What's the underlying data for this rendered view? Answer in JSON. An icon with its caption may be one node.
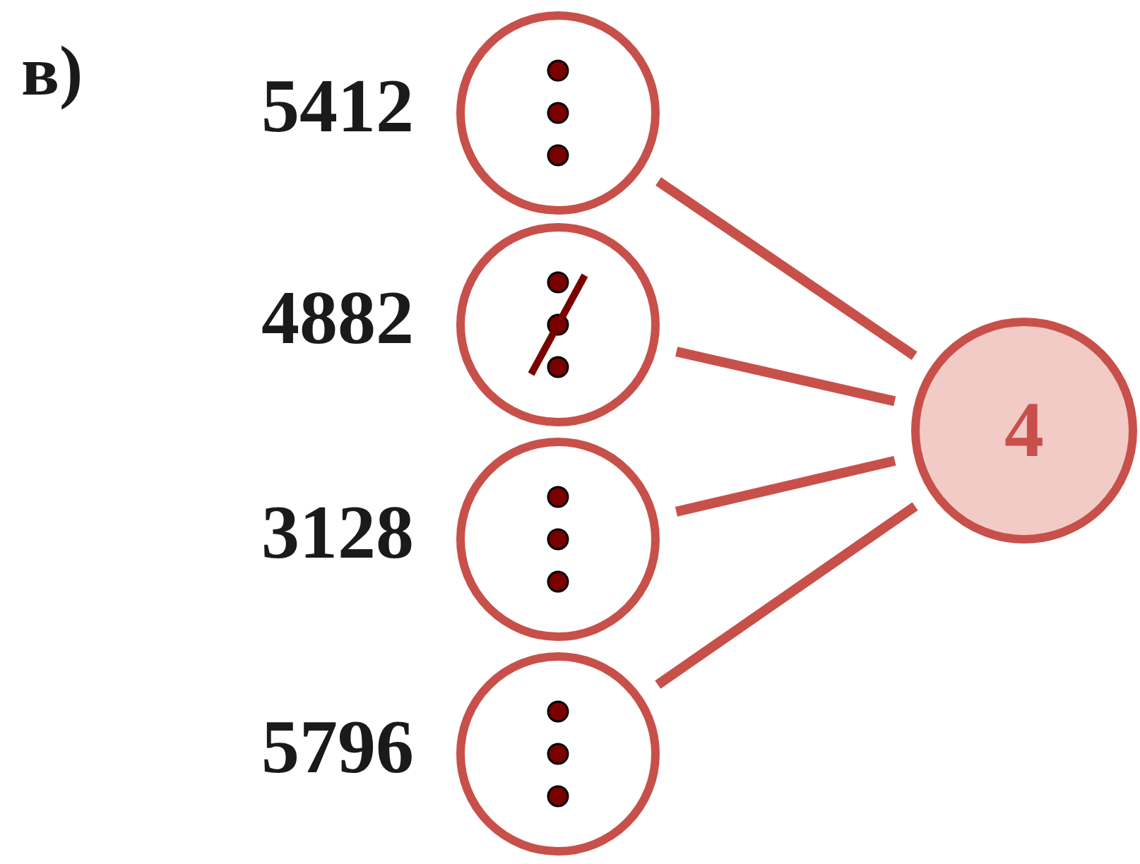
{
  "diagram": {
    "nodes": [
      {
        "text": [],
        "shape": "circle",
        "beside": [
          "5412"
        ]
      },
      {
        "text": [],
        "shape": "circle",
        "beside": [
          "4882"
        ]
      },
      {
        "text": [],
        "shape": "circle",
        "beside": [
          "3128"
        ]
      },
      {
        "text": [],
        "shape": "circle",
        "beside": [
          "5796"
        ]
      },
      {
        "text": [
          "4"
        ]
      }
    ],
    "edges": [
      {
        "from": 0,
        "to": 4,
        "arrow": "none"
      },
      {
        "from": 1,
        "to": 4,
        "arrow": "none"
      },
      {
        "from": 2,
        "to": 4,
        "arrow": "none"
      },
      {
        "from": 3,
        "to": 4,
        "arrow": "none"
      }
    ],
    "labels": [
      "в)"
    ]
  }
}
